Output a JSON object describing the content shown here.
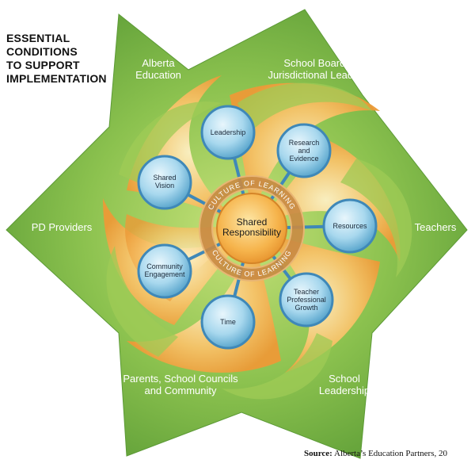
{
  "title": "ESSENTIAL\nCONDITIONS\nTO SUPPORT\nIMPLEMENTATION",
  "source": {
    "label": "Source:",
    "text": "Alberta’s Education Partners, 20"
  },
  "partners": [
    {
      "id": "alberta-education",
      "label": "Alberta\nEducation"
    },
    {
      "id": "school-board",
      "label": "School Board and\nJurisdictional Leadership"
    },
    {
      "id": "teachers",
      "label": "Teachers"
    },
    {
      "id": "school-leadership",
      "label": "School\nLeadership"
    },
    {
      "id": "parents",
      "label": "Parents, School Councils\nand Community"
    },
    {
      "id": "pd-providers",
      "label": "PD Providers"
    }
  ],
  "conditions": [
    {
      "id": "leadership",
      "label": "Leadership"
    },
    {
      "id": "research",
      "label": "Research\nand\nEvidence"
    },
    {
      "id": "resources",
      "label": "Resources"
    },
    {
      "id": "teacher-growth",
      "label": "Teacher\nProfessional\nGrowth"
    },
    {
      "id": "time",
      "label": "Time"
    },
    {
      "id": "community",
      "label": "Community\nEngagement"
    },
    {
      "id": "shared-vision",
      "label": "Shared\nVision"
    }
  ],
  "center": {
    "label": "Shared\nResponsibility",
    "ring_text": "CULTURE OF LEARNING"
  },
  "colors": {
    "star_green": "#7ab648",
    "star_green_light": "#a9d05a",
    "petal_orange": "#f3a544",
    "petal_light": "#fbe3a2",
    "bubble_blue": "#9fd3ea",
    "center_orange": "#f6b24a",
    "ring_brown": "#c98a43"
  }
}
